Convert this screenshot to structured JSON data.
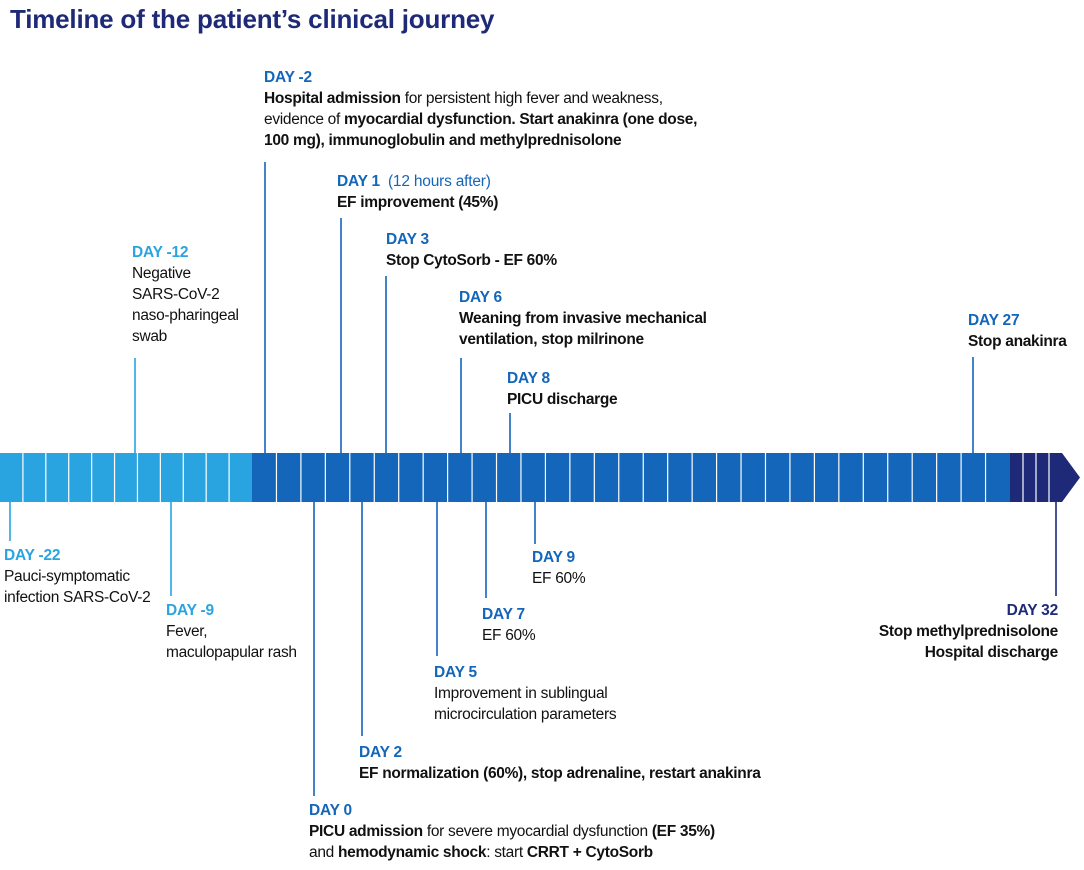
{
  "title": "Timeline of the patient’s clinical journey",
  "colors": {
    "title": "#1e2a78",
    "segment_early": "#2aa4e0",
    "segment_mid": "#1366b9",
    "segment_late": "#1e2a78",
    "cell_divider": "#ffffff",
    "label_early": "#2aa4e0",
    "label_mid": "#1366b9",
    "label_late": "#1e2a78"
  },
  "events": [
    {
      "id": "day-m2",
      "day": "DAY -2",
      "lines": [
        [
          {
            "text": "Hospital admission",
            "bold": true
          },
          {
            "text": " for persistent high fever and weakness,"
          }
        ],
        [
          {
            "text": "evidence of "
          },
          {
            "text": "myocardial dysfunction. Start anakinra (one dose,",
            "bold": true
          }
        ],
        [
          {
            "text": "100 mg), immunoglobulin and methylprednisolone",
            "bold": true
          }
        ]
      ]
    },
    {
      "id": "day-1",
      "day": "DAY 1",
      "day_note": "(12 hours after)",
      "lines": [
        [
          {
            "text": "EF improvement (45%)",
            "bold": true
          }
        ]
      ]
    },
    {
      "id": "day-3",
      "day": "DAY 3",
      "lines": [
        [
          {
            "text": "Stop CytoSorb - EF 60%",
            "bold": true
          }
        ]
      ]
    },
    {
      "id": "day-m12",
      "day": "DAY -12",
      "lines": [
        [
          {
            "text": "Negative"
          }
        ],
        [
          {
            "text": "SARS-CoV-2"
          }
        ],
        [
          {
            "text": "naso-pharingeal"
          }
        ],
        [
          {
            "text": "swab"
          }
        ]
      ]
    },
    {
      "id": "day-6",
      "day": "DAY 6",
      "lines": [
        [
          {
            "text": "Weaning from invasive mechanical",
            "bold": true
          }
        ],
        [
          {
            "text": "ventilation, stop milrinone",
            "bold": true
          }
        ]
      ]
    },
    {
      "id": "day-27",
      "day": "DAY 27",
      "lines": [
        [
          {
            "text": "Stop anakinra",
            "bold": true
          }
        ]
      ]
    },
    {
      "id": "day-8",
      "day": "DAY 8",
      "lines": [
        [
          {
            "text": "PICU discharge",
            "bold": true
          }
        ]
      ]
    },
    {
      "id": "day-m22",
      "day": "DAY -22",
      "lines": [
        [
          {
            "text": "Pauci-symptomatic"
          }
        ],
        [
          {
            "text": "infection SARS-CoV-2"
          }
        ]
      ]
    },
    {
      "id": "day-9",
      "day": "DAY 9",
      "lines": [
        [
          {
            "text": "EF 60%"
          }
        ]
      ]
    },
    {
      "id": "day-m9",
      "day": "DAY -9",
      "lines": [
        [
          {
            "text": "Fever,"
          }
        ],
        [
          {
            "text": "maculopapular rash"
          }
        ]
      ]
    },
    {
      "id": "day-7",
      "day": "DAY 7",
      "lines": [
        [
          {
            "text": "EF 60%"
          }
        ]
      ]
    },
    {
      "id": "day-32",
      "day": "DAY 32",
      "lines": [
        [
          {
            "text": "Stop methylprednisolone",
            "bold": true
          }
        ],
        [
          {
            "text": "Hospital discharge",
            "bold": true
          }
        ]
      ]
    },
    {
      "id": "day-5",
      "day": "DAY 5",
      "lines": [
        [
          {
            "text": "Improvement in sublingual"
          }
        ],
        [
          {
            "text": "microcirculation parameters"
          }
        ]
      ]
    },
    {
      "id": "day-2",
      "day": "DAY 2",
      "lines": [
        [
          {
            "text": "EF normalization (60%), stop adrenaline, restart anakinra",
            "bold": true
          }
        ]
      ]
    },
    {
      "id": "day-0",
      "day": "DAY 0",
      "lines": [
        [
          {
            "text": "PICU admission",
            "bold": true
          },
          {
            "text": " for severe myocardial dysfunction "
          },
          {
            "text": "(EF 35%)",
            "bold": true
          }
        ],
        [
          {
            "text": "and "
          },
          {
            "text": "hemodynamic shock",
            "bold": true
          },
          {
            "text": ": start "
          },
          {
            "text": "CRRT + CytoSorb",
            "bold": true
          }
        ]
      ]
    }
  ]
}
